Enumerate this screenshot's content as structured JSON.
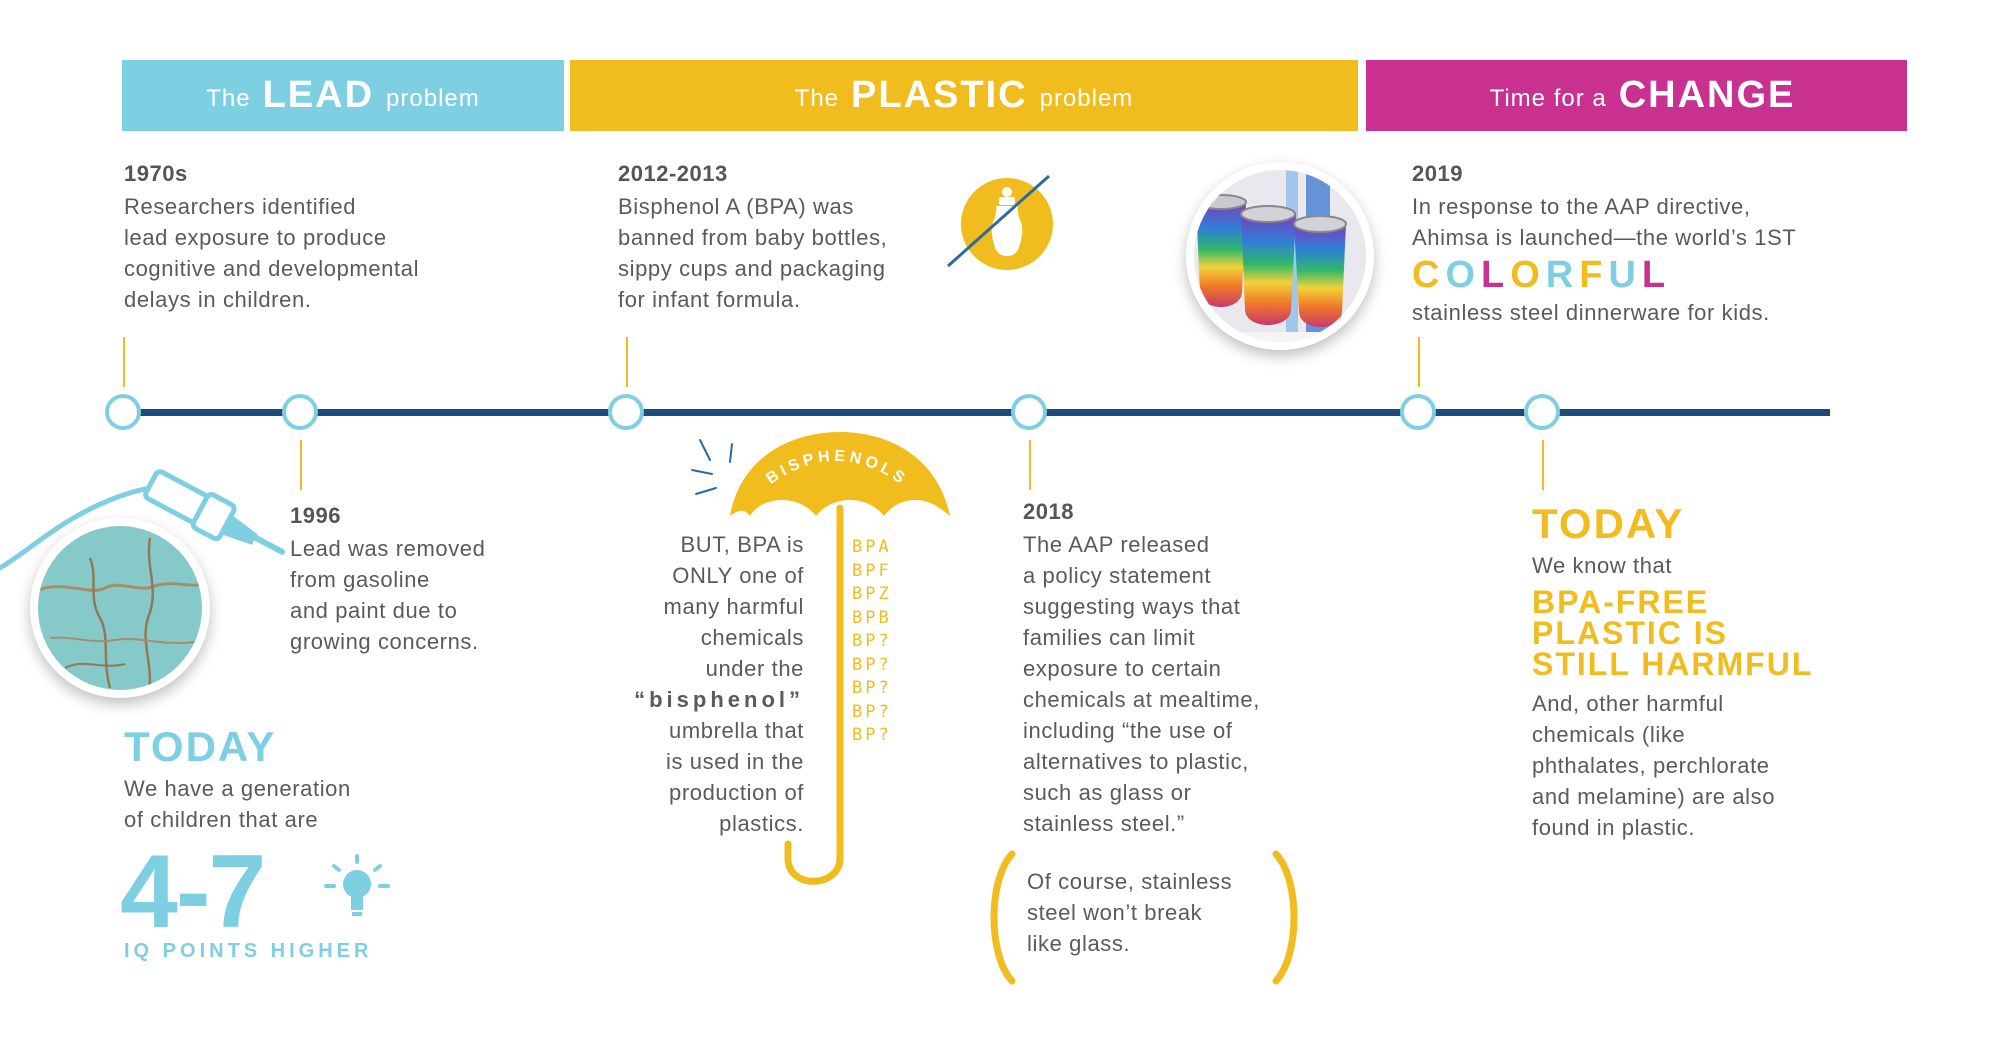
{
  "colors": {
    "blue": "#7fcfe2",
    "yellow": "#f0bc1e",
    "magenta": "#c8318f",
    "navy": "#1d4a78",
    "text": "#5a5a5a"
  },
  "banners": {
    "lead": {
      "pre": "The",
      "big": "LEAD",
      "post": "problem"
    },
    "plastic": {
      "pre": "The",
      "big": "PLASTIC",
      "post": "problem"
    },
    "change": {
      "pre": "Time for a",
      "big": "CHANGE"
    }
  },
  "events": {
    "e1970": {
      "year": "1970s",
      "lines": [
        "Researchers identified",
        "lead exposure to produce",
        "cognitive and developmental",
        "delays in children."
      ]
    },
    "e1996": {
      "year": "1996",
      "lines": [
        "Lead was removed",
        "from gasoline",
        "and paint due to",
        "growing concerns."
      ]
    },
    "e2012": {
      "year": "2012-2013",
      "lines": [
        "Bisphenol A (BPA) was",
        "banned from baby bottles,",
        "sippy cups and packaging",
        "for infant formula."
      ]
    },
    "e2018": {
      "year": "2018",
      "lines": [
        "The AAP released",
        "a policy statement",
        "suggesting ways that",
        "families can limit",
        "exposure to certain",
        "chemicals at mealtime,",
        "including “the use of",
        "alternatives to plastic,",
        "such as glass or",
        "stainless steel.”"
      ]
    },
    "e2019": {
      "year": "2019",
      "line1": "In response to the AAP directive,",
      "line2": "Ahimsa is launched—the world’s 1ST",
      "colorful": [
        "C",
        "O",
        "L",
        "O",
        "R",
        "F",
        "U",
        "L"
      ],
      "colorful_colors": [
        "#f0bc1e",
        "#7fcfe2",
        "#c8318f",
        "#f0bc1e",
        "#7fcfe2",
        "#f0bc1e",
        "#7fcfe2",
        "#c8318f"
      ],
      "line3": "stainless steel dinnerware for kids."
    }
  },
  "today_lead": {
    "title": "TODAY",
    "lines": [
      "We have a generation",
      "of children that are"
    ],
    "number": "4-7",
    "caption": "IQ POINTS HIGHER"
  },
  "bpa_note": {
    "lines": [
      "BUT, BPA is",
      "ONLY one of",
      "many harmful",
      "chemicals",
      "under the",
      "“bisphenol”",
      "umbrella that",
      "is used in the",
      "production of",
      "plastics."
    ],
    "umbrella_label": "BISPHENOLS",
    "list": [
      "BPA",
      "BPF",
      "BPZ",
      "BPB",
      "BP?",
      "BP?",
      "BP?",
      "BP?",
      "BP?"
    ]
  },
  "glass_note": {
    "lines": [
      "Of course, stainless",
      "steel won’t break",
      "like glass."
    ]
  },
  "today_plastic": {
    "title": "TODAY",
    "intro": "We know that",
    "headline": [
      "BPA-FREE",
      "PLASTIC IS",
      "STILL HARMFUL"
    ],
    "lines": [
      "And, other harmful",
      "chemicals (like",
      "phthalates, perchlorate",
      "and melamine) are also",
      "found in plastic."
    ]
  },
  "icons": [
    "gas-pump-nozzle-icon",
    "peeling-paint-photo",
    "no-baby-bottle-icon",
    "umbrella-icon",
    "lightbulb-icon",
    "rainbow-cups-photo"
  ]
}
